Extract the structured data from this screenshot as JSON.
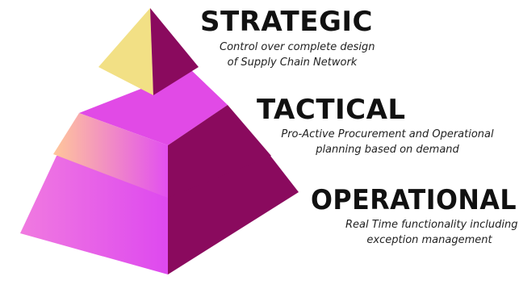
{
  "colors": {
    "left_face_top": "#f2e085",
    "right_face": "#8a0a5e",
    "top_face": "#e14ae6",
    "left_face_gradient_start": "#ffc79a",
    "left_face_gradient_end": "#e24ff0",
    "text": "#111111"
  },
  "levels": [
    {
      "id": "strategic",
      "title": "STRATEGIC",
      "description": [
        "Control over complete design",
        "of  Supply Chain Network"
      ]
    },
    {
      "id": "tactical",
      "title": "TACTICAL",
      "description": [
        "Pro-Active Procurement and Operational",
        "planning based on demand"
      ]
    },
    {
      "id": "operational",
      "title": "OPERATIONAL",
      "description": [
        "Real Time functionality including",
        "exception management"
      ]
    }
  ]
}
